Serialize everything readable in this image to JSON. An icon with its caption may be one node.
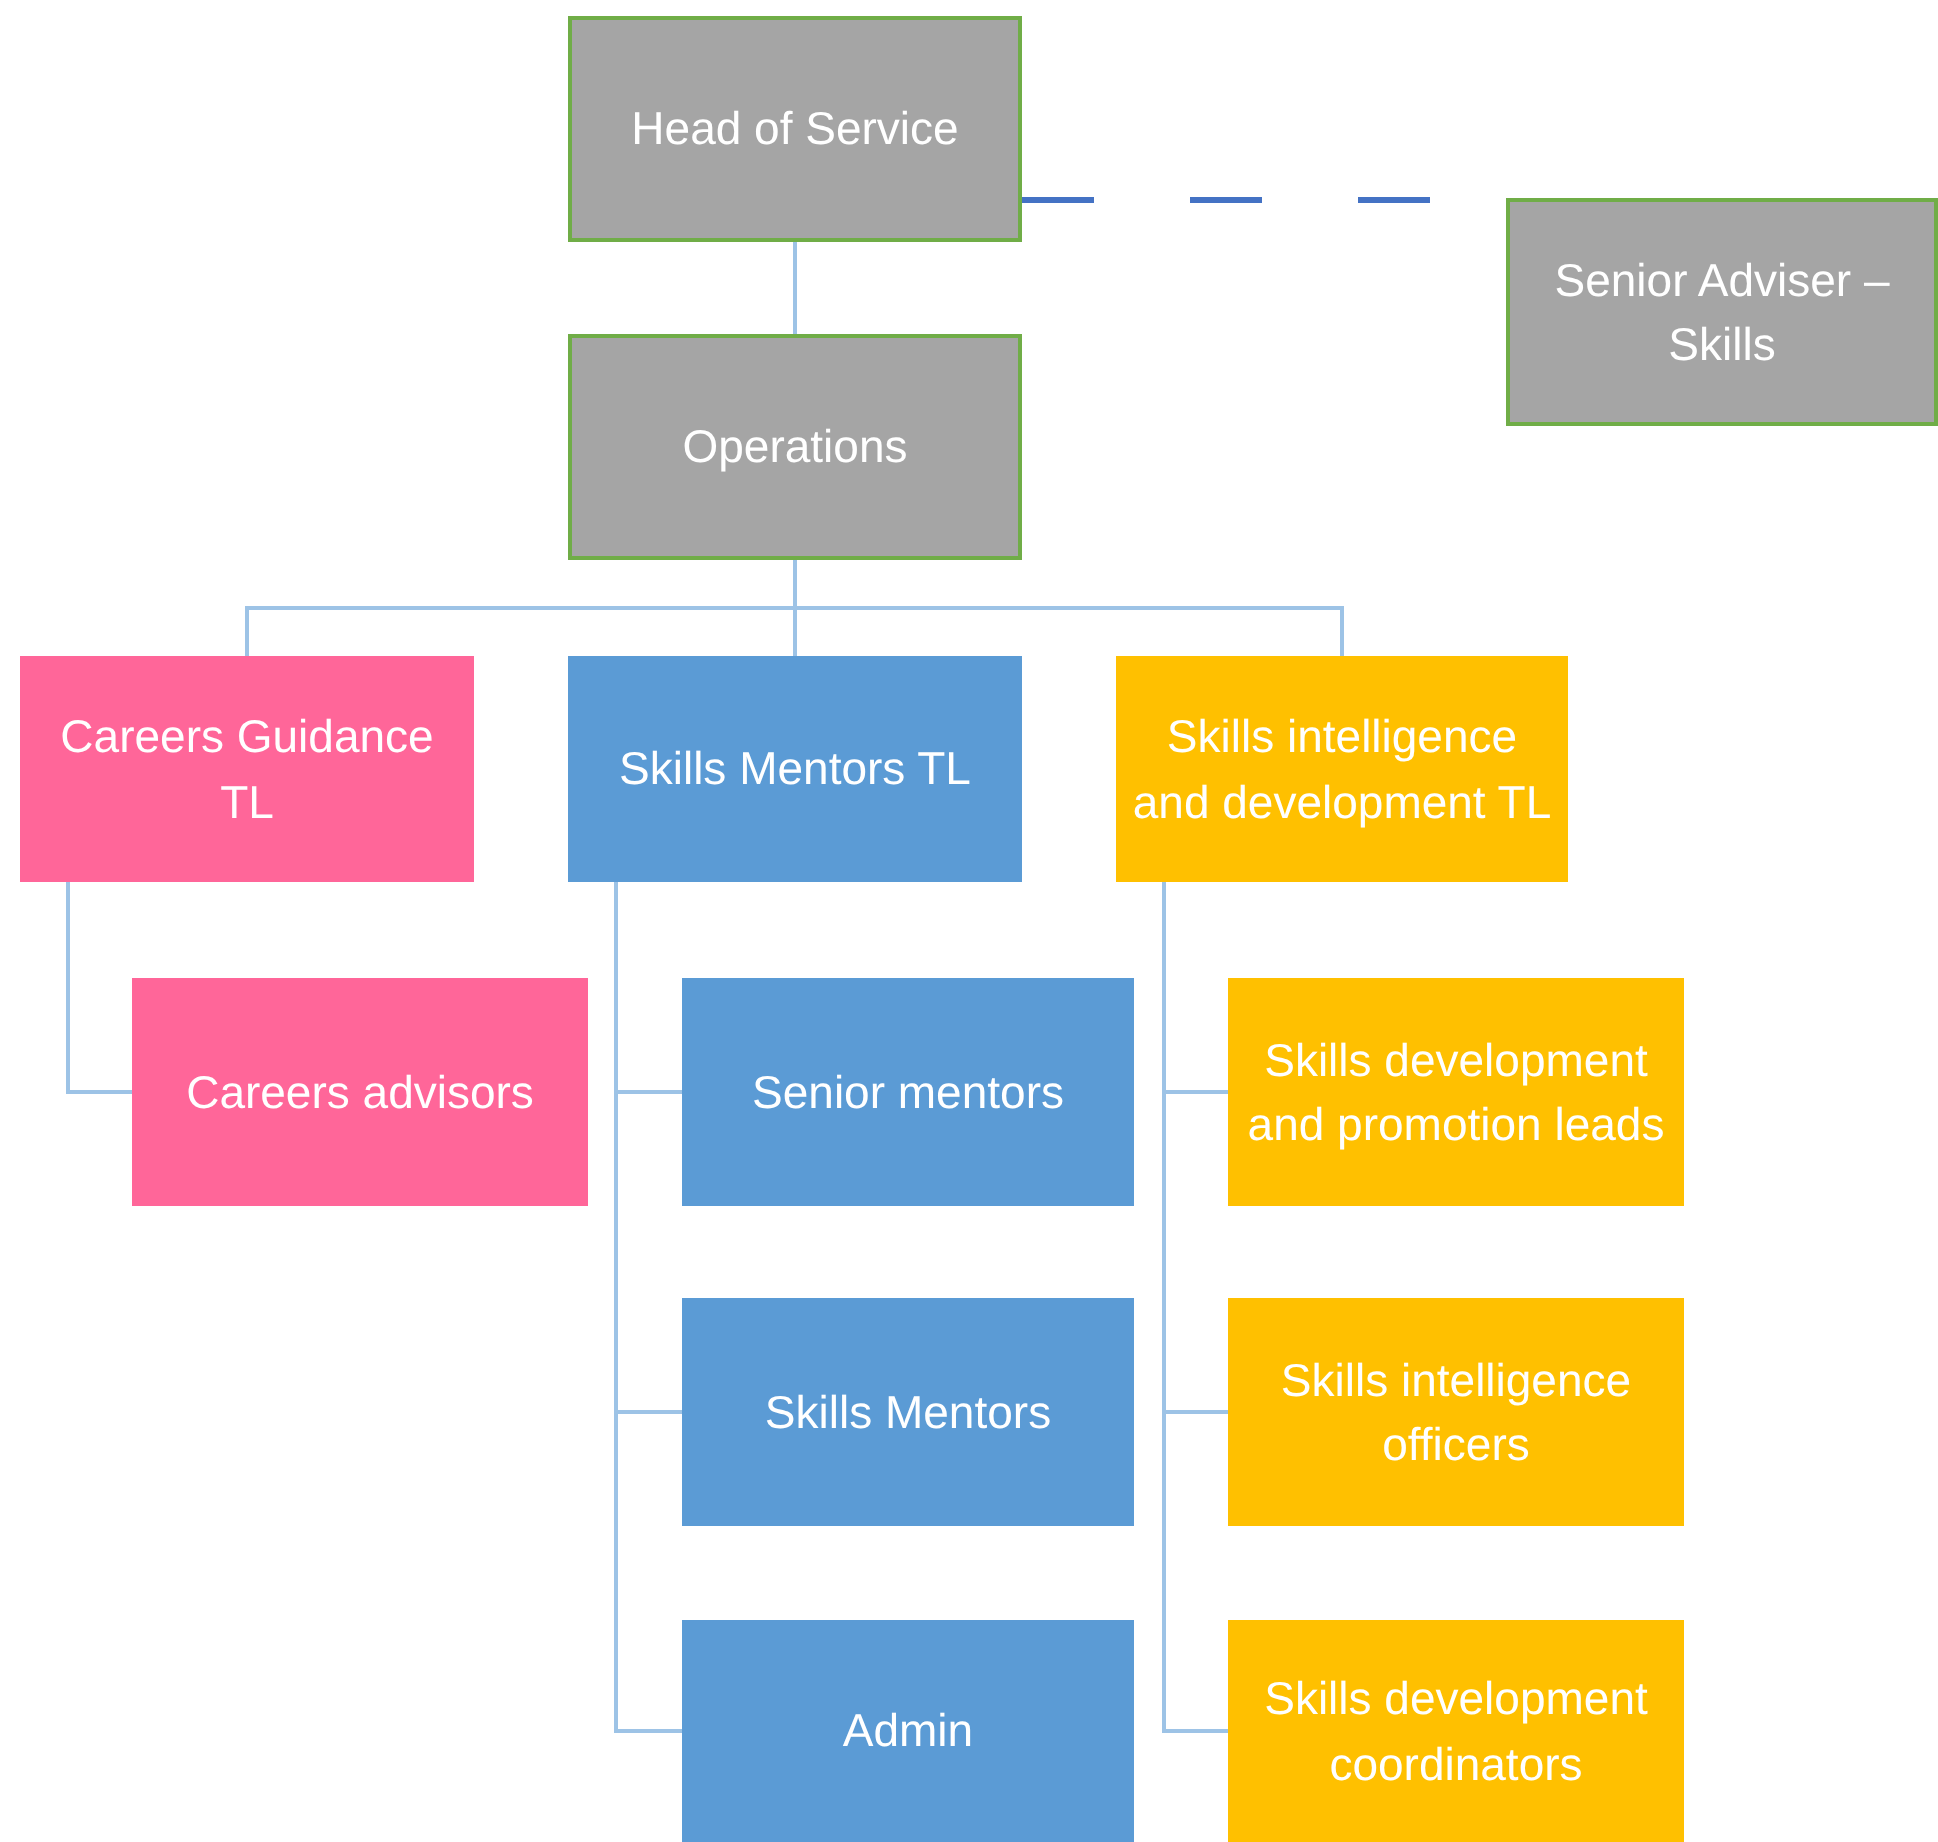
{
  "diagram": {
    "nodes": [
      {
        "text": [
          "Head of Service"
        ]
      },
      {
        "text": [
          "Senior Adviser – Skills"
        ]
      },
      {
        "text": [
          "Operations"
        ]
      },
      {
        "text": [
          "Careers Guidance TL"
        ]
      },
      {
        "text": [
          "Skills Mentors TL"
        ]
      },
      {
        "text": [
          "Skills intelligence and development TL"
        ]
      },
      {
        "text": [
          "Careers advisors"
        ]
      },
      {
        "text": [
          "Senior mentors"
        ]
      },
      {
        "text": [
          "Skills Mentors"
        ]
      },
      {
        "text": [
          "Admin"
        ]
      },
      {
        "text": [
          "Skills development and promotion leads"
        ]
      },
      {
        "text": [
          "Skills intelligence officers"
        ]
      },
      {
        "text": [
          "Skills development coordinators"
        ]
      }
    ],
    "edges": [
      {
        "from": 0,
        "to": 1,
        "arrow": "none",
        "style": "dashed",
        "color": "#4472c4"
      },
      {
        "from": 0,
        "to": 2,
        "arrow": "none"
      },
      {
        "from": 2,
        "to": 3,
        "arrow": "none"
      },
      {
        "from": 2,
        "to": 4,
        "arrow": "none"
      },
      {
        "from": 2,
        "to": 5,
        "arrow": "none"
      },
      {
        "from": 3,
        "to": 6,
        "arrow": "none"
      },
      {
        "from": 4,
        "to": 7,
        "arrow": "none"
      },
      {
        "from": 4,
        "to": 8,
        "arrow": "none"
      },
      {
        "from": 4,
        "to": 9,
        "arrow": "none"
      },
      {
        "from": 5,
        "to": 10,
        "arrow": "none"
      },
      {
        "from": 5,
        "to": 11,
        "arrow": "none"
      },
      {
        "from": 5,
        "to": 12,
        "arrow": "none"
      }
    ]
  }
}
